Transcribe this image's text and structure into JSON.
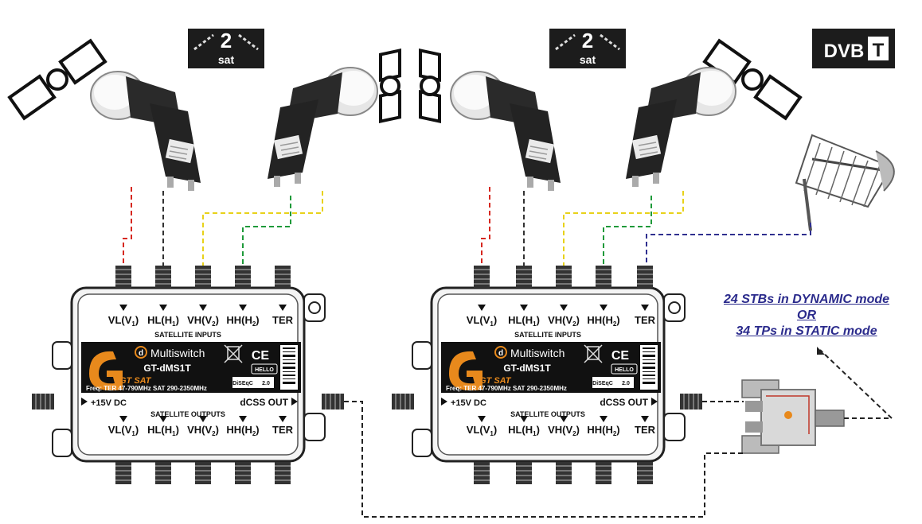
{
  "badges": {
    "sat_number": "2",
    "sat_word": "sat",
    "dvbt_prefix": "DVB",
    "dvbt_suffix": "T"
  },
  "note": {
    "line1": "24 STBs in DYNAMIC mode",
    "line2": "OR",
    "line3": "34 TPs in STATIC mode"
  },
  "multiswitch": {
    "brand_logo": "GT SAT",
    "product_line": "Multiswitch",
    "model": "GT-dMS1T",
    "ce_mark": "CE",
    "hello_badge": "HELLO",
    "diseqc_badge": "DiSEqC",
    "diseqc_version": "2.0",
    "freq": "Freq: TER 47-790MHz SAT 290-2350MHz",
    "inputs_title": "SATELLITE INPUTS",
    "outputs_title": "SATELLITE OUTPUTS",
    "power_label": "+15V DC",
    "dcss_label": "dCSS OUT",
    "port_labels": [
      {
        "base": "VL(V",
        "sub": "1",
        "end": ")"
      },
      {
        "base": "HL(H",
        "sub": "1",
        "end": ")"
      },
      {
        "base": "VH(V",
        "sub": "2",
        "end": ")"
      },
      {
        "base": "HH(H",
        "sub": "2",
        "end": ")"
      },
      {
        "base": "TER",
        "sub": "",
        "end": ""
      }
    ]
  },
  "colors": {
    "vl_cable": "#d6281f",
    "hl_cable": "#333333",
    "vh_cable": "#e8d21a",
    "hh_cable": "#1e9a3a",
    "ter_cable": "#2f2f8f",
    "note_text": "#2b2b8c",
    "brand_orange": "#e8891c"
  }
}
